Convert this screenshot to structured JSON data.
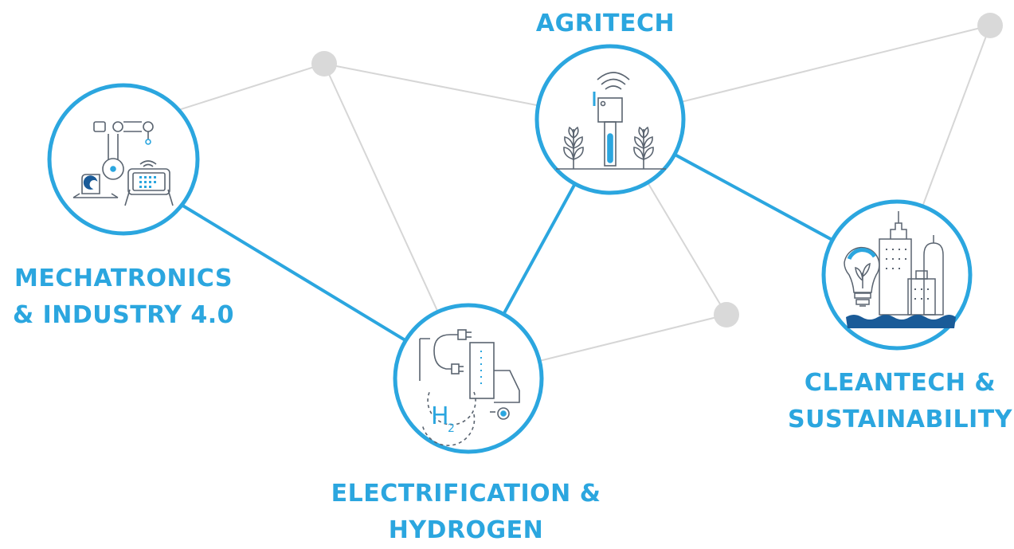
{
  "colors": {
    "accent": "#2ba6df",
    "network_line": "#d6d6d6",
    "network_node": "#d9d9d9",
    "icon_stroke": "#5a6470"
  },
  "labels": {
    "agritech": {
      "line1": "AGRITECH"
    },
    "mechatronics": {
      "line1": "MECHATRONICS",
      "line2": "& INDUSTRY 4.0"
    },
    "cleantech": {
      "line1": "CLEANTECH &",
      "line2": "SUSTAINABILITY"
    },
    "electrification": {
      "line1": "ELECTRIFICATION &",
      "line2": "HYDROGEN"
    }
  },
  "icons": {
    "agritech": "soil-sensor-plants-icon",
    "mechatronics": "robot-arm-tablet-icon",
    "cleantech": "city-bulb-water-icon",
    "electrification": "plug-truck-hydrogen-icon"
  },
  "h2_text": "H"
}
